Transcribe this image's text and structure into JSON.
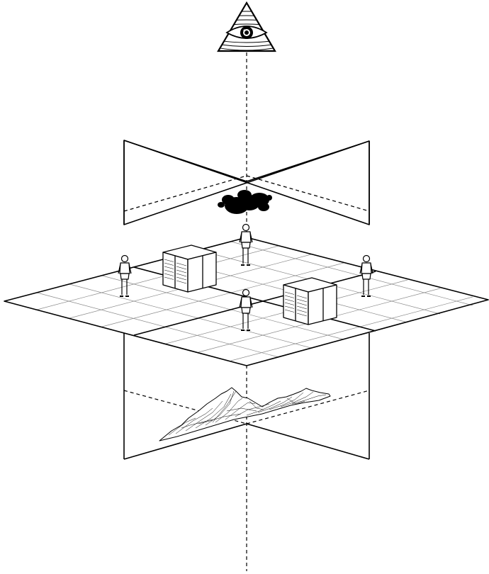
{
  "diagram": {
    "type": "isometric-planes-illustration",
    "elements": {
      "eye": {
        "icon": "eye-of-providence-icon"
      },
      "cloud": {
        "icon": "smoke-cloud-icon"
      },
      "mountains": {
        "icon": "mountain-range-icon"
      },
      "servers": {
        "count": 2,
        "icon": "server-rack-icon"
      },
      "people": {
        "count": 4,
        "icon": "standing-person-icon"
      }
    },
    "colors": {
      "line": "#000000",
      "grid": "#8a8a8a",
      "background": "#ffffff"
    }
  }
}
